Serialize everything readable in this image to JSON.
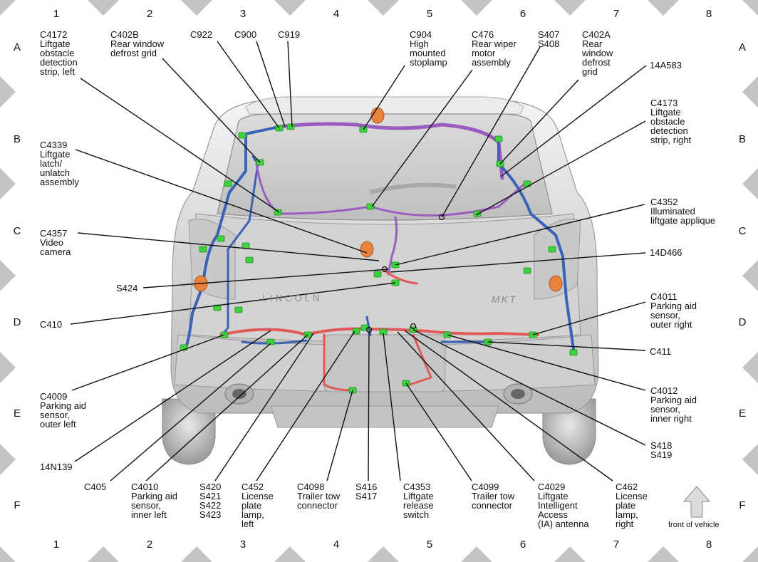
{
  "grid": {
    "columns": [
      "1",
      "2",
      "3",
      "4",
      "5",
      "6",
      "7",
      "8"
    ],
    "rows": [
      "A",
      "B",
      "C",
      "D",
      "E",
      "F"
    ]
  },
  "labels": {
    "c4172": "C4172\nLiftgate\nobstacle\ndetection\nstrip, left",
    "c402b": "C402B\nRear window\ndefrost grid",
    "c922": "C922",
    "c900": "C900",
    "c919": "C919",
    "c904": "C904\nHigh\nmounted\nstoplamp",
    "c476": "C476\nRear wiper\nmotor\nassembly",
    "s407": "S407\nS408",
    "c402a": "C402A\nRear\nwindow\ndefrost\ngrid",
    "14a583": "14A583",
    "c4173": "C4173\nLiftgate\nobstacle\ndetection\nstrip, right",
    "c4339": "C4339\nLiftgate\nlatch/\nunlatch\nassembly",
    "c4352": "C4352\nIlluminated\nliftgate applique",
    "c4357": "C4357\nVideo\ncamera",
    "14d466": "14D466",
    "s424": "S424",
    "c410": "C410",
    "c4011": "C4011\nParking aid\nsensor,\nouter right",
    "c411": "C411",
    "c4009": "C4009\nParking aid\nsensor,\nouter left",
    "c4012": "C4012\nParking aid\nsensor,\ninner right",
    "14n139": "14N139",
    "s418": "S418\nS419",
    "c405": "C405",
    "c4010": "C4010\nParking aid\nsensor,\ninner left",
    "s420": "S420\nS421\nS422\nS423",
    "c452": "C452\nLicense\nplate\nlamp,\nleft",
    "c4098": "C4098\nTrailer tow\nconnector",
    "s416": "S416\nS417",
    "c4353": "C4353\nLiftgate\nrelease\nswitch",
    "c4099": "C4099\nTrailer tow\nconnector",
    "c4029": "C4029\nLiftgate\nIntelligent\nAccess\n(IA) antenna",
    "c462": "C462\nLicense\nplate\nlamp,\nright",
    "front": "front of vehicle",
    "badge": "MKT",
    "brand": "LINCOLN"
  },
  "icons": {
    "front_arrow": "up-arrow-icon"
  },
  "colors": {
    "harness_blue": "#3a63b8",
    "harness_purple": "#9b5cc0",
    "harness_red": "#e05a5a",
    "connector_green": "#3fd23f",
    "connector_orange": "#e8823c",
    "vehicle_body": "#d9d9d9",
    "grid_marker": "#c4c4c4"
  }
}
